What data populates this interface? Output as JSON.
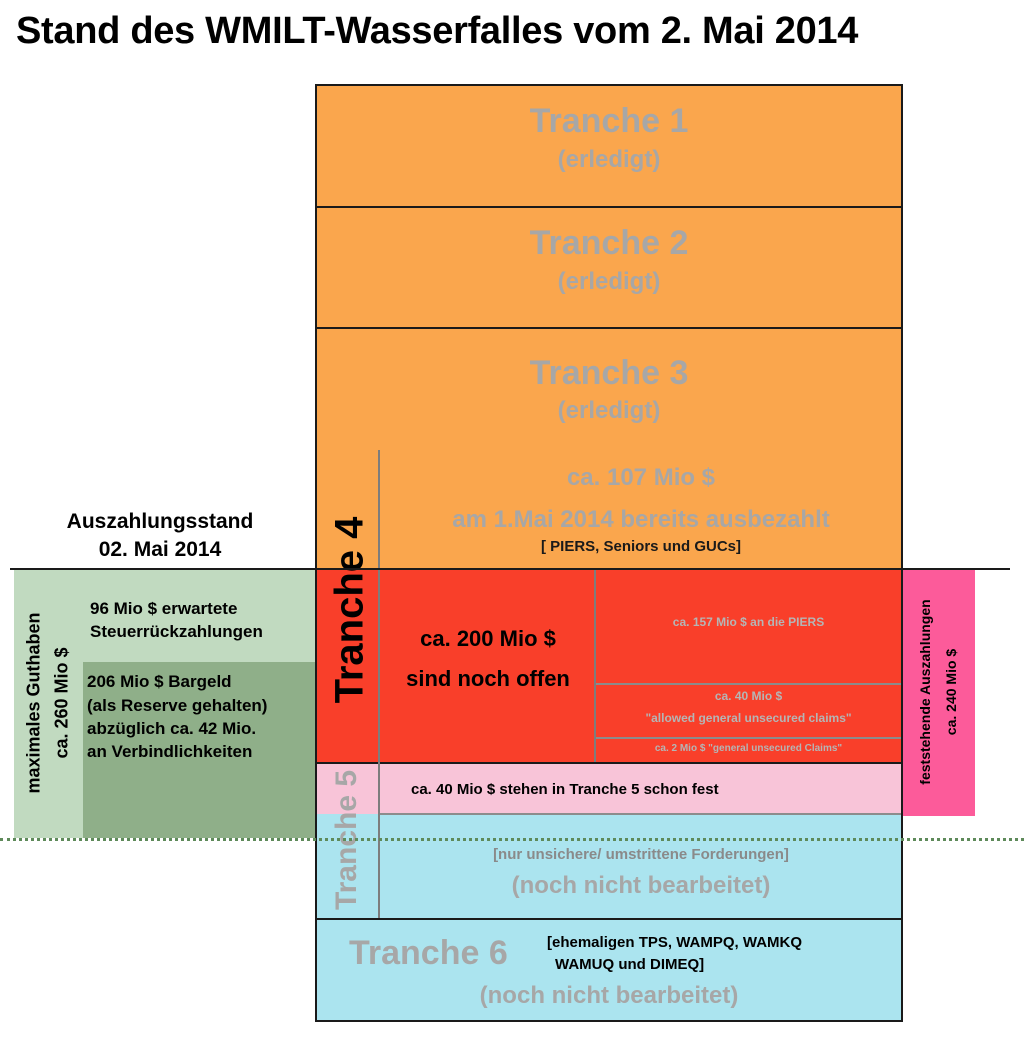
{
  "title": "Stand des WMILT-Wasserfalles vom 2. Mai 2014",
  "tranche1": {
    "label": "Tranche 1",
    "status": "(erledigt)"
  },
  "tranche2": {
    "label": "Tranche 2",
    "status": "(erledigt)"
  },
  "tranche3": {
    "label": "Tranche 3",
    "status": "(erledigt)"
  },
  "tranche4": {
    "label": "Tranche 4",
    "paid_amount": "ca. 107 Mio $",
    "paid_text": "am 1.Mai 2014 bereits ausbezahlt",
    "paid_note": "[ PIERS, Seniors und GUCs]",
    "open_line1": "ca. 200 Mio $",
    "open_line2": "sind noch offen",
    "piers": "ca. 157 Mio $ an die PIERS",
    "allowed_line1": "ca. 40 Mio $",
    "allowed_line2": "\"allowed general unsecured claims\"",
    "general": "ca. 2 Mio $ \"general unsecured Claims\""
  },
  "tranche5": {
    "label": "Tranche 5",
    "fixed": "ca. 40 Mio $ stehen in Tranche 5 schon fest",
    "note": "[nur unsichere/ umstrittene Forderungen]",
    "status": "(noch nicht bearbeitet)"
  },
  "tranche6": {
    "label": "Tranche 6",
    "note_line1": "[ehemaligen TPS, WAMPQ, WAMKQ",
    "note_line2": "WAMUQ und DIMEQ]",
    "status": "(noch nicht bearbeitet)"
  },
  "payout_status": {
    "line1": "Auszahlungsstand",
    "line2": "02. Mai 2014"
  },
  "left": {
    "vertical_line1": "maximales Guthaben",
    "vertical_line2": "ca. 260 Mio $",
    "tax_line1": "96 Mio $ erwartete",
    "tax_line2": "Steuerrückzahlungen",
    "cash_line1": "206 Mio $ Bargeld",
    "cash_line2": "(als Reserve gehalten)",
    "cash_line3": "abzüglich ca. 42 Mio.",
    "cash_line4": "an Verbindlichkeiten"
  },
  "right": {
    "vertical_line1": "feststehende Auszahlungen",
    "vertical_line2": "ca. 240 Mio $"
  },
  "colors": {
    "orange": "#faa64d",
    "red": "#f93f2a",
    "pink": "#f8c4d8",
    "cyan": "#abe4ef",
    "light_green": "#c1dac0",
    "dark_green": "#8faf89",
    "magenta": "#fc5b9a",
    "gray_text": "#a7a7a7"
  }
}
